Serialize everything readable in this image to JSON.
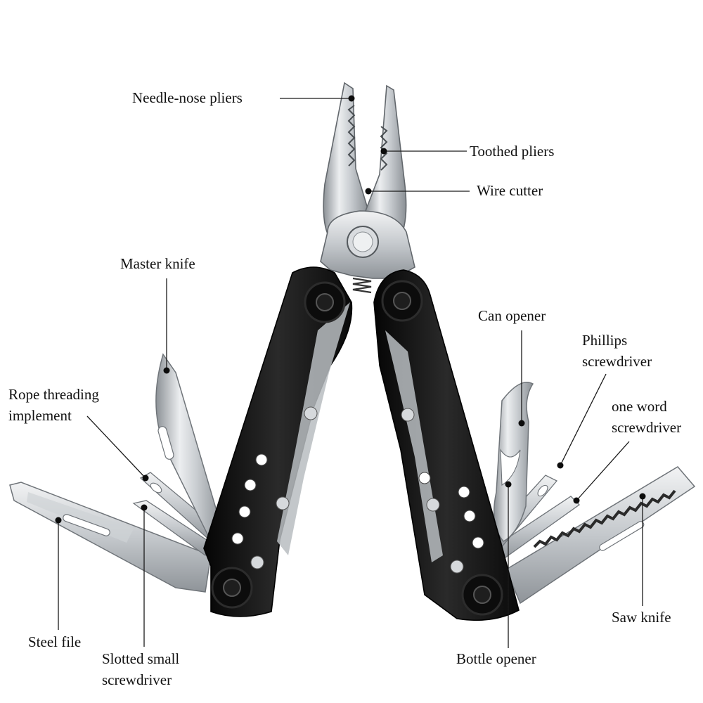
{
  "labels": {
    "needle_nose_pliers": "Needle-nose pliers",
    "toothed_pliers": "Toothed pliers",
    "wire_cutter": "Wire cutter",
    "master_knife": "Master knife",
    "can_opener": "Can opener",
    "phillips_screwdriver": [
      "Phillips",
      "screwdriver"
    ],
    "rope_threading_implement": [
      "Rope threading",
      "implement"
    ],
    "one_word_screwdriver": [
      "one word",
      "screwdriver"
    ],
    "steel_file": "Steel file",
    "slotted_small_screwdriver": [
      "Slotted small",
      "screwdriver"
    ],
    "bottle_opener": "Bottle opener",
    "saw_knife": "Saw knife"
  },
  "colors": {
    "handle": "#141414",
    "steel_light": "#e4e6e8",
    "steel_mid": "#b8bcc0",
    "steel_dark": "#7d8286",
    "text": "#111111"
  }
}
